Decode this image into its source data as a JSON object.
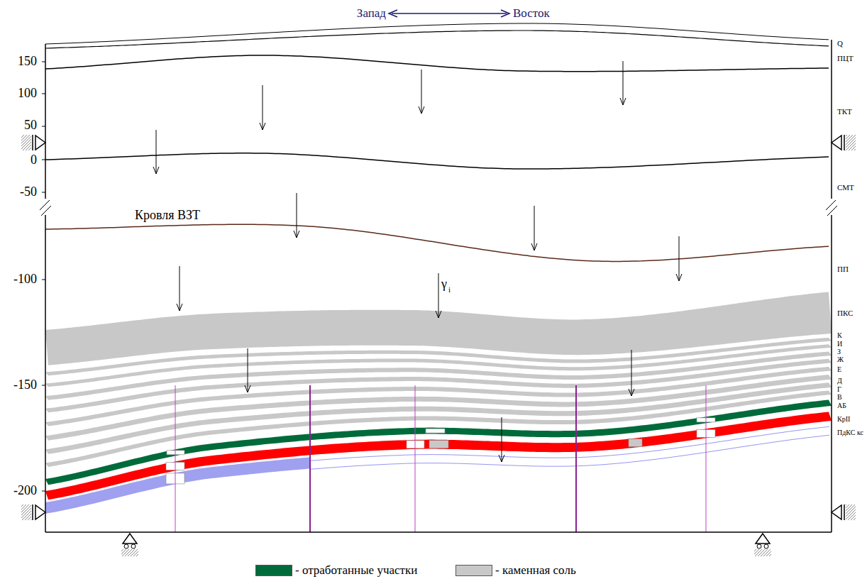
{
  "diagram": {
    "labels": [
      "Запад",
      "Восток",
      "150",
      "100",
      "50",
      "0",
      "-50",
      "-100",
      "-150",
      "-200",
      "Q",
      "ПЦТ",
      "ТКТ",
      "СМТ",
      "Кровля ВЗТ",
      "ПП",
      "γ",
      "i",
      "ПКС",
      "К",
      "И",
      "З",
      "Ж",
      "Е",
      "Д",
      "Г",
      "В",
      "АБ",
      "КрII",
      "ПдКС кс"
    ],
    "legend": [
      {
        "text": "- отработанные участки",
        "color": "#006b3a"
      },
      {
        "text": "- каменная соль",
        "color": "#c8c8c8"
      }
    ]
  }
}
